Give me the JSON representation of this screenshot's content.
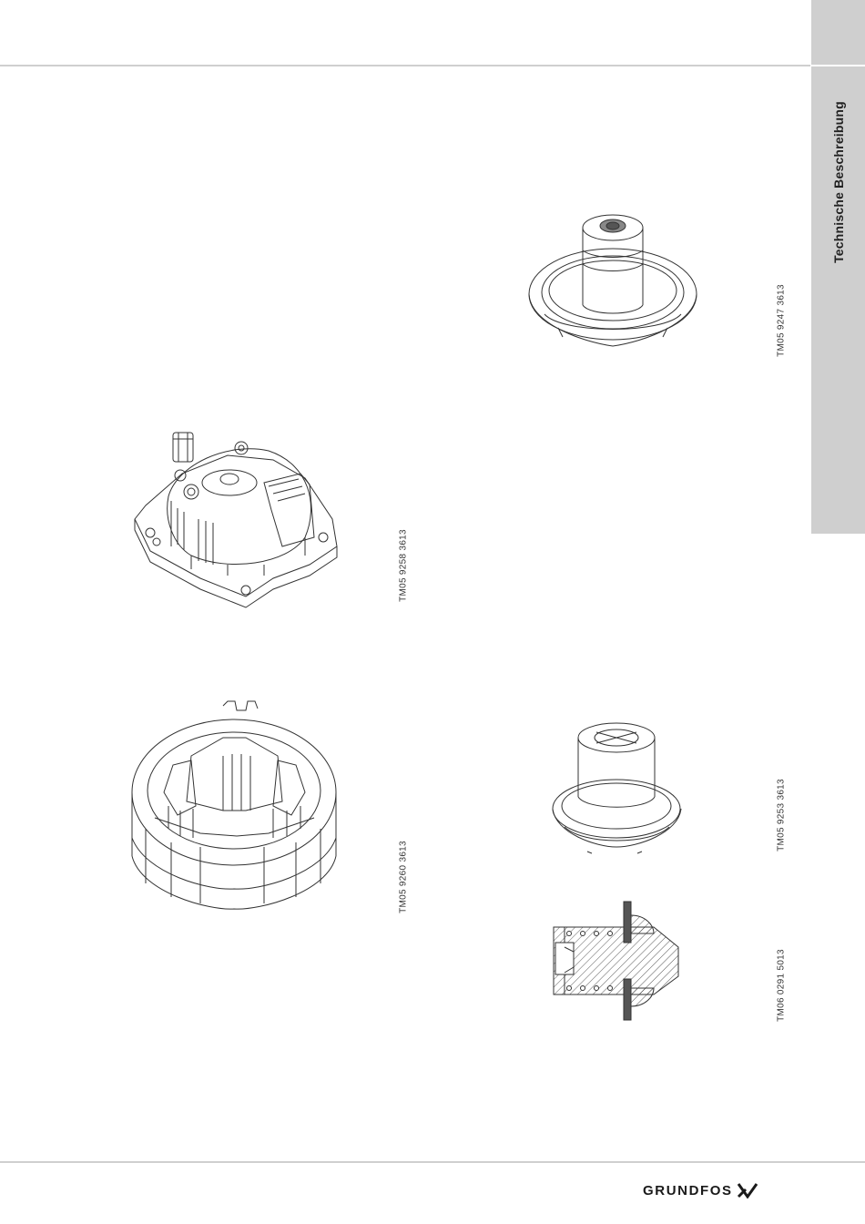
{
  "side_tab": {
    "label": "Technische Beschreibung"
  },
  "figures": [
    {
      "name": "stator-housing-figure",
      "code": "TM05 9258 3613"
    },
    {
      "name": "stator-winding-figure",
      "code": "TM05 9260 3613"
    },
    {
      "name": "bearing-plate-figure",
      "code": "TM05 9247 3613"
    },
    {
      "name": "rotor-shaft-figure",
      "code": "TM05 9253 3613"
    },
    {
      "name": "rotor-section-figure",
      "code": "TM06 0291 5013"
    }
  ],
  "footer": {
    "brand": "GRUNDFOS"
  }
}
